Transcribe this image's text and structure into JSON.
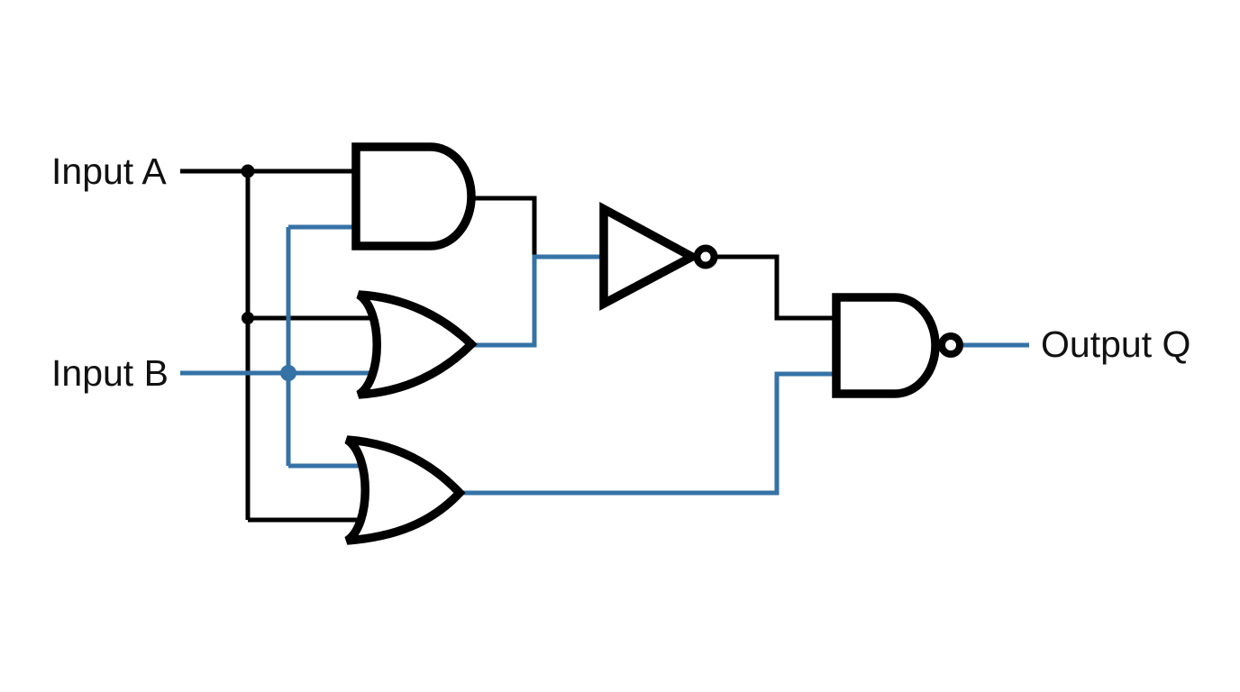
{
  "page": {
    "background": "#ffffff",
    "title": "Logic gate circuit diagram"
  },
  "diagram": {
    "kind": "logic-gate-circuit",
    "labels": {
      "input_a": "Input A",
      "input_b": "Input B",
      "output_q": "Output Q"
    },
    "colors": {
      "wire_dark": "#000000",
      "wire_blue": "#3572a6",
      "gate_outline": "#000000",
      "gate_fill": "#ffffff",
      "label_text": "#111111"
    },
    "gates": [
      {
        "id": "and1",
        "type": "AND"
      },
      {
        "id": "or1",
        "type": "OR"
      },
      {
        "id": "or2",
        "type": "OR"
      },
      {
        "id": "not1",
        "type": "NOT"
      },
      {
        "id": "nand1",
        "type": "NAND"
      }
    ],
    "connections": [
      "Input A -> and1.in1, or1.in1, or2.in2",
      "Input B -> and1.in2, or1.in2, or2.in1",
      "and1.out + or1.out -> not1.in",
      "not1.out -> nand1.in1",
      "or2.out -> nand1.in2",
      "nand1.out -> Output Q"
    ]
  }
}
